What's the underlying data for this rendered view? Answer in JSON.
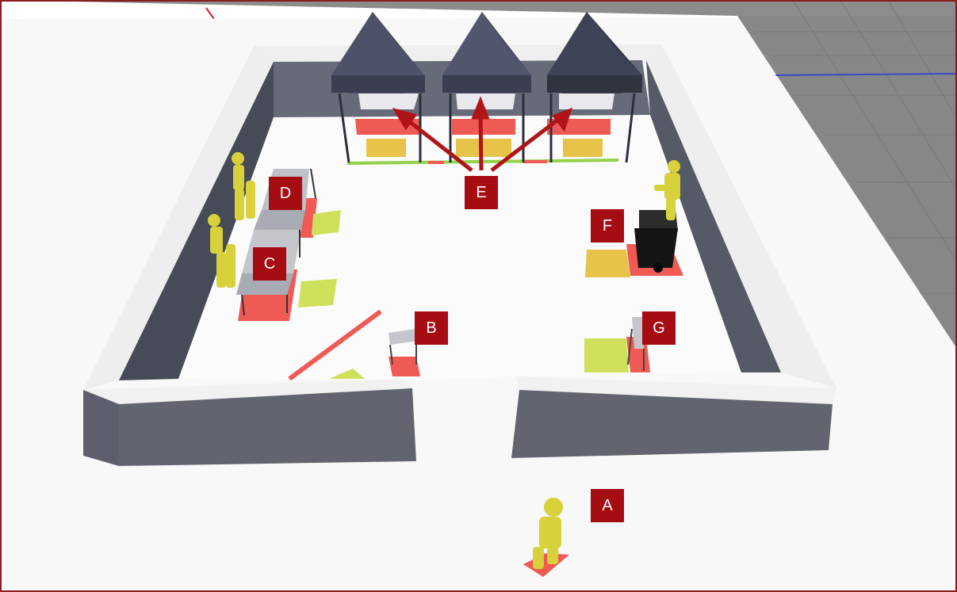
{
  "colors": {
    "wall_top": "#f3f3f5",
    "wall_side": "#5f6170",
    "wall_inner": "#4d4f5c",
    "floor": "#fafafa",
    "grid_bg": "#8a8a8a",
    "marker_red": "#f05a55",
    "marker_yellow": "#e7c34a",
    "marker_lime": "#cfe05a",
    "label_bg": "#a50d12",
    "arrow": "#b01418",
    "tent": "#3b3f52",
    "figure": "#d7d23c"
  },
  "labels": {
    "a": "A",
    "b": "B",
    "c": "C",
    "d": "D",
    "e": "E",
    "f": "F",
    "g": "G"
  }
}
